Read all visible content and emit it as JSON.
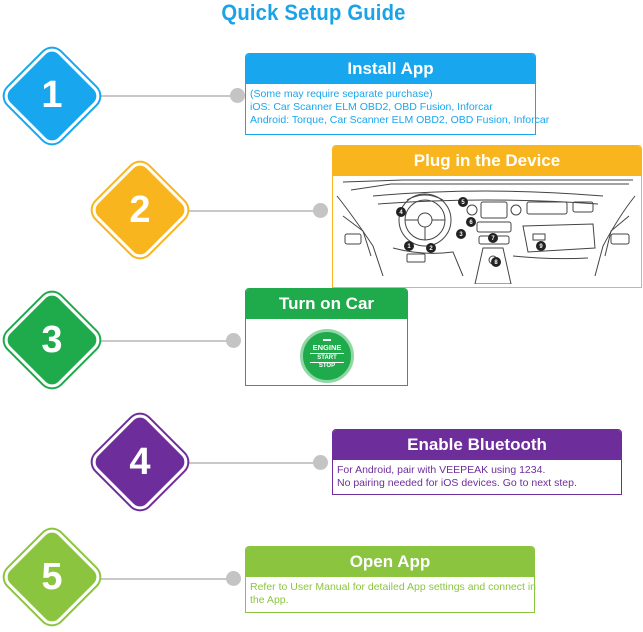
{
  "title": "Quick Setup Guide",
  "colors": {
    "title": "#1aa3e8",
    "step1": "#18a7ef",
    "step2": "#f8b51d",
    "step3": "#1faa4b",
    "step4": "#6d2e9b",
    "step5": "#8bc53f",
    "connector": "#c8c8c8"
  },
  "steps": [
    {
      "number": "1",
      "heading": "Install App",
      "lines": [
        "(Some may require separate purchase)",
        "iOS: Car Scanner ELM OBD2, OBD Fusion, Inforcar",
        "Android: Torque, Car Scanner ELM OBD2, OBD Fusion, Inforcar"
      ]
    },
    {
      "number": "2",
      "heading": "Plug in the Device",
      "image": "car-dashboard-line-drawing",
      "markers": [
        "1",
        "2",
        "3",
        "4",
        "5",
        "6",
        "7",
        "8",
        "9"
      ]
    },
    {
      "number": "3",
      "heading": "Turn on Car",
      "button": {
        "line1": "ENGINE",
        "line2": "START",
        "line3": "STOP"
      }
    },
    {
      "number": "4",
      "heading": "Enable Bluetooth",
      "lines": [
        "For Android, pair with VEEPEAK using 1234.",
        "No pairing needed for iOS devices. Go to next step."
      ]
    },
    {
      "number": "5",
      "heading": "Open App",
      "lines": [
        "Refer to User Manual for detailed App settings and connect in",
        "the App."
      ]
    }
  ]
}
